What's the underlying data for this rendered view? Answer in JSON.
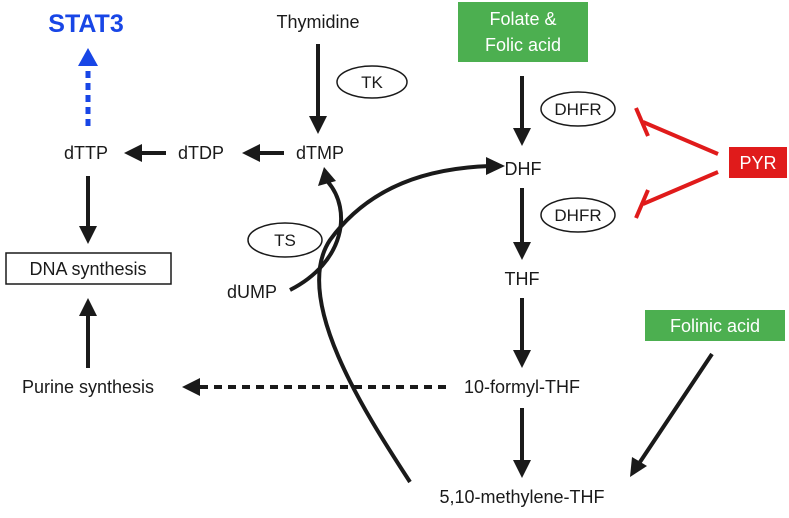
{
  "nodes": {
    "stat3": "STAT3",
    "thymidine": "Thymidine",
    "folate_line1": "Folate &",
    "folate_line2": "Folic acid",
    "dttp": "dTTP",
    "dtdp": "dTDP",
    "dtmp": "dTMP",
    "dhf": "DHF",
    "thf": "THF",
    "dna_synthesis": "DNA synthesis",
    "dump": "dUMP",
    "folinic_acid": "Folinic acid",
    "purine_synthesis": "Purine synthesis",
    "formyl_thf": "10-formyl-THF",
    "methylene_thf": "5,10-methylene-THF"
  },
  "enzymes": {
    "tk": "TK",
    "ts": "TS",
    "dhfr_top": "DHFR",
    "dhfr_bottom": "DHFR"
  },
  "inhibitor": {
    "label": "PYR"
  },
  "colors": {
    "arrow": "#1a1a1a",
    "stat3_blue": "#1846e6",
    "inhibit_red": "#e01b1b",
    "green_box": "#4caf50"
  }
}
